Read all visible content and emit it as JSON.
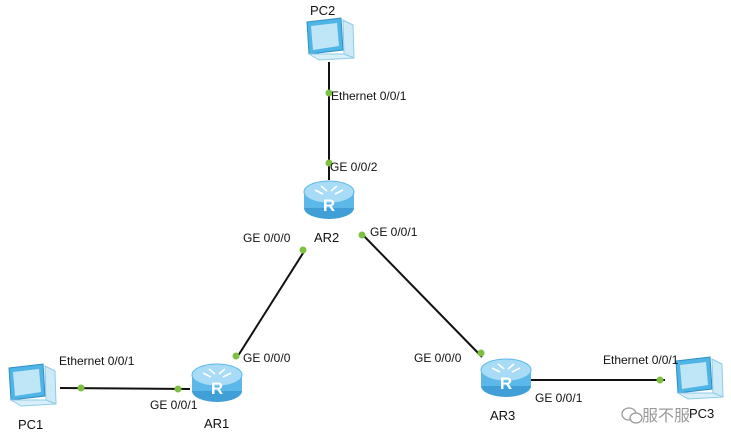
{
  "colors": {
    "link": "#111111",
    "port_dot": "#7dc142",
    "router_fill": "#5bb8e8",
    "router_top": "#a8dcf6",
    "pc_screen": "#4fb4e6",
    "pc_body": "#bfe6f7"
  },
  "devices": {
    "pc1": {
      "label": "PC1",
      "icon": "pc-icon"
    },
    "pc2": {
      "label": "PC2",
      "icon": "pc-icon"
    },
    "pc3": {
      "label": "PC3",
      "icon": "pc-icon"
    },
    "ar1": {
      "label": "AR1",
      "icon": "router-icon"
    },
    "ar2": {
      "label": "AR2",
      "icon": "router-icon"
    },
    "ar3": {
      "label": "AR3",
      "icon": "router-icon"
    }
  },
  "ports": {
    "pc2_eth": "Ethernet 0/0/1",
    "ar2_ge002": "GE 0/0/2",
    "ar2_ge000": "GE 0/0/0",
    "ar2_ge001": "GE 0/0/1",
    "ar1_ge000": "GE 0/0/0",
    "ar1_ge001": "GE 0/0/1",
    "pc1_eth": "Ethernet 0/0/1",
    "ar3_ge000": "GE 0/0/0",
    "ar3_ge001": "GE 0/0/1",
    "pc3_eth": "Ethernet 0/0/1"
  },
  "watermark": {
    "text": "服不服",
    "icon": "wechat-icon"
  }
}
